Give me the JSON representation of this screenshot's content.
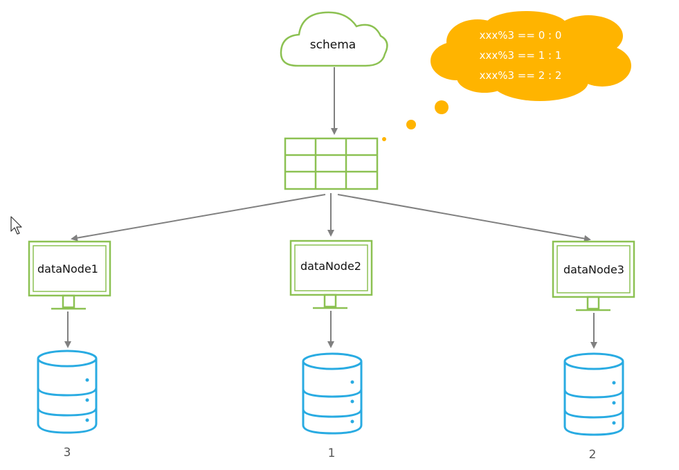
{
  "schema": {
    "label": "schema"
  },
  "rule_bubble": {
    "lines": [
      "xxx%3 == 0 : 0",
      "xxx%3 == 1 : 1",
      "xxx%3 == 2 : 2"
    ]
  },
  "nodes": [
    {
      "label": "dataNode1",
      "db_label": "3"
    },
    {
      "label": "dataNode2",
      "db_label": "1"
    },
    {
      "label": "dataNode3",
      "db_label": "2"
    }
  ],
  "colors": {
    "green": "#8cc152",
    "blue": "#29abe2",
    "orange": "#ffb400",
    "arrow": "#808080"
  }
}
